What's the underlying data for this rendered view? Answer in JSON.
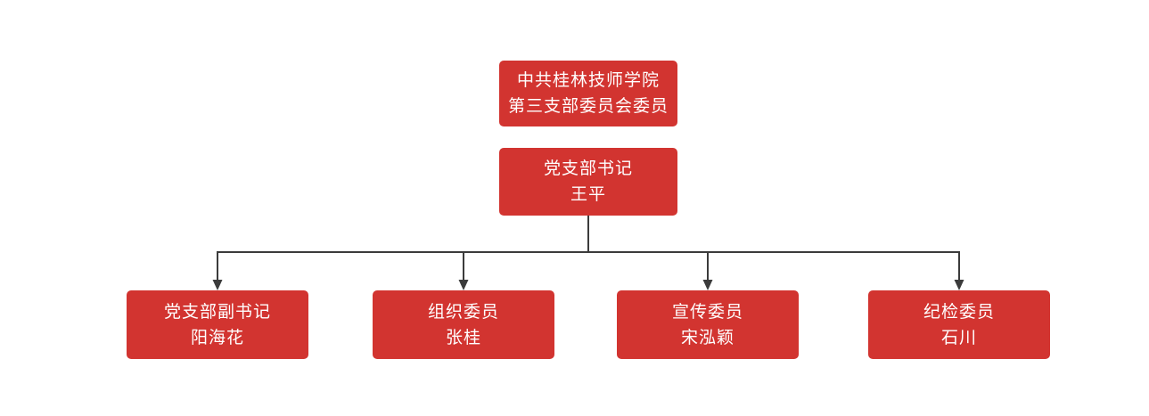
{
  "page": {
    "background": "#ffffff"
  },
  "colors": {
    "node_fill": "#d23430",
    "node_text": "#ffffff",
    "connector": "#3b3b3b"
  },
  "org_chart": {
    "type": "organization-chart",
    "root": {
      "line1": "中共桂林技师学院",
      "line2": "第三支部委员会委员"
    },
    "secretary": {
      "title": "党支部书记",
      "name": "王平"
    },
    "members": [
      {
        "title": "党支部副书记",
        "name": "阳海花"
      },
      {
        "title": "组织委员",
        "name": "张桂"
      },
      {
        "title": "宣传委员",
        "name": "宋泓颖"
      },
      {
        "title": "纪检委员",
        "name": "石川"
      }
    ]
  }
}
